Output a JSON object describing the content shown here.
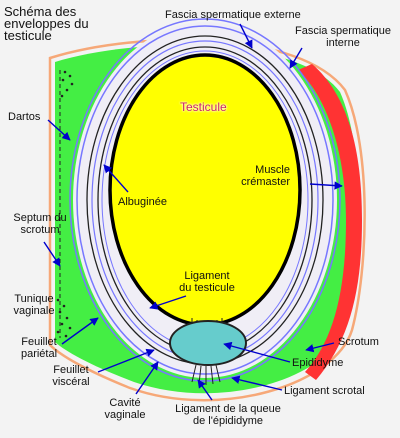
{
  "title": {
    "line1": "Schéma des",
    "line2": "enveloppes du",
    "line3": "testicule"
  },
  "labels": {
    "fascia_externe": "Fascia spermatique externe",
    "fascia_interne_1": "Fascia spermatique",
    "fascia_interne_2": "interne",
    "dartos": "Dartos",
    "testicule": "Testicule",
    "muscle_1": "Muscle",
    "muscle_2": "crémaster",
    "albuginee": "Albuginée",
    "septum_1": "Septum du",
    "septum_2": "scrotum",
    "ligament_test_1": "Ligament",
    "ligament_test_2": "du testicule",
    "tunique_1": "Tunique",
    "tunique_2": "vaginale",
    "feuillet_parietal_1": "Feuillet",
    "feuillet_parietal_2": "pariétal",
    "scrotum": "Scrotum",
    "feuillet_visceral_1": "Feuillet",
    "feuillet_visceral_2": "viscéral",
    "epididyme": "Epididyme",
    "ligament_scrotal": "Ligament scrotal",
    "cavite_1": "Cavité",
    "cavite_2": "vaginale",
    "ligament_queue_1": "Ligament de la queue",
    "ligament_queue_2": "de l'épididyme"
  },
  "colors": {
    "background": "#f3f3f3",
    "scrotum_skin": "#f6a878",
    "dartos": "#44ee44",
    "cremaster": "#ff3333",
    "fascia_blue": "#7777ff",
    "testis": "#ffff00",
    "epididymis": "#66cccc",
    "arrow": "#0000cc",
    "testicule_text": "#cc2266"
  }
}
